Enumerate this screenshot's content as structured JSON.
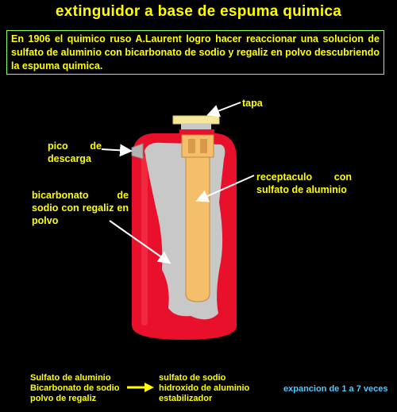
{
  "title": "extinguidor a base de espuma quimica",
  "intro": "En 1906 el quimico ruso A.Laurent logro hacer reaccionar una solucion de sulfato de aluminio con bicarbonato de sodio y regaliz en polvo descubriendo la espuma quimica.",
  "labels": {
    "tapa": "tapa",
    "pico": "pico de descarga",
    "receptaculo": "receptaculo con sulfato de aluminio",
    "bicarbonato": "bicarbonato de sodio con regaliz en polvo"
  },
  "reaction": {
    "reactants": [
      "Sulfato de aluminio",
      "Bicarbonato de sodio",
      "polvo de regaliz"
    ],
    "products": [
      "sulfato de sodio",
      "hidroxido de aluminio",
      "estabilizador"
    ],
    "expansion": "expancion de 1 a 7 veces"
  },
  "colors": {
    "text": "#ffff00",
    "border": "#8cff5a",
    "cylinder": "#e8102a",
    "foam": "#c8c8c8",
    "tube": "#f5be6a",
    "cap": "#f7e79a",
    "expansion_text": "#50c8ff",
    "arrow": "#ffffff"
  }
}
